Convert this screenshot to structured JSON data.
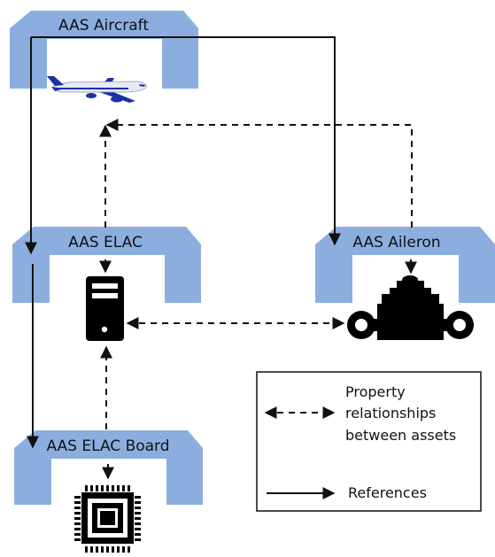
{
  "nodes": {
    "aircraft": {
      "title": "AAS Aircraft",
      "icon": "airplane-icon"
    },
    "elac": {
      "title": "AAS ELAC",
      "icon": "server-icon"
    },
    "aileron": {
      "title": "AAS Aileron",
      "icon": "aileron-actuator-icon"
    },
    "elac_board": {
      "title": "AAS ELAC Board",
      "icon": "chip-icon"
    }
  },
  "legend": {
    "property_line1": "Property",
    "property_line2": "relationships",
    "property_line3": "between assets",
    "references": "References"
  },
  "colors": {
    "frame_blue": "#8caedf",
    "plane_blue": "#1d2fa5",
    "line": "#111111"
  }
}
